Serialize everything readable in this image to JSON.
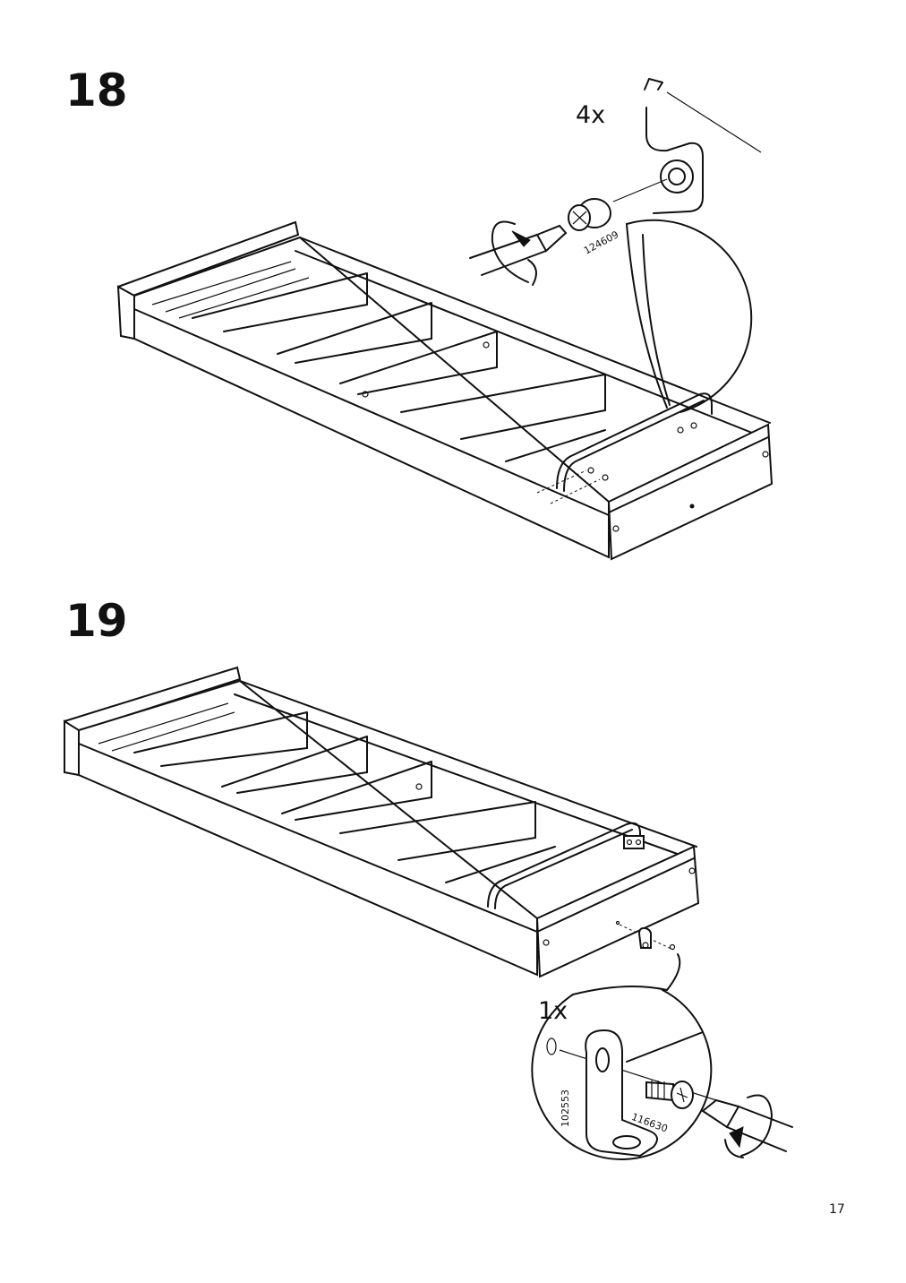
{
  "steps": [
    {
      "number": "18",
      "quantity": "4x",
      "part_numbers": [
        "124609"
      ]
    },
    {
      "number": "19",
      "quantity": "1x",
      "part_numbers": [
        "102553",
        "116630"
      ]
    }
  ],
  "page_number": "17",
  "colors": {
    "ink": "#111111",
    "paper": "#ffffff"
  }
}
